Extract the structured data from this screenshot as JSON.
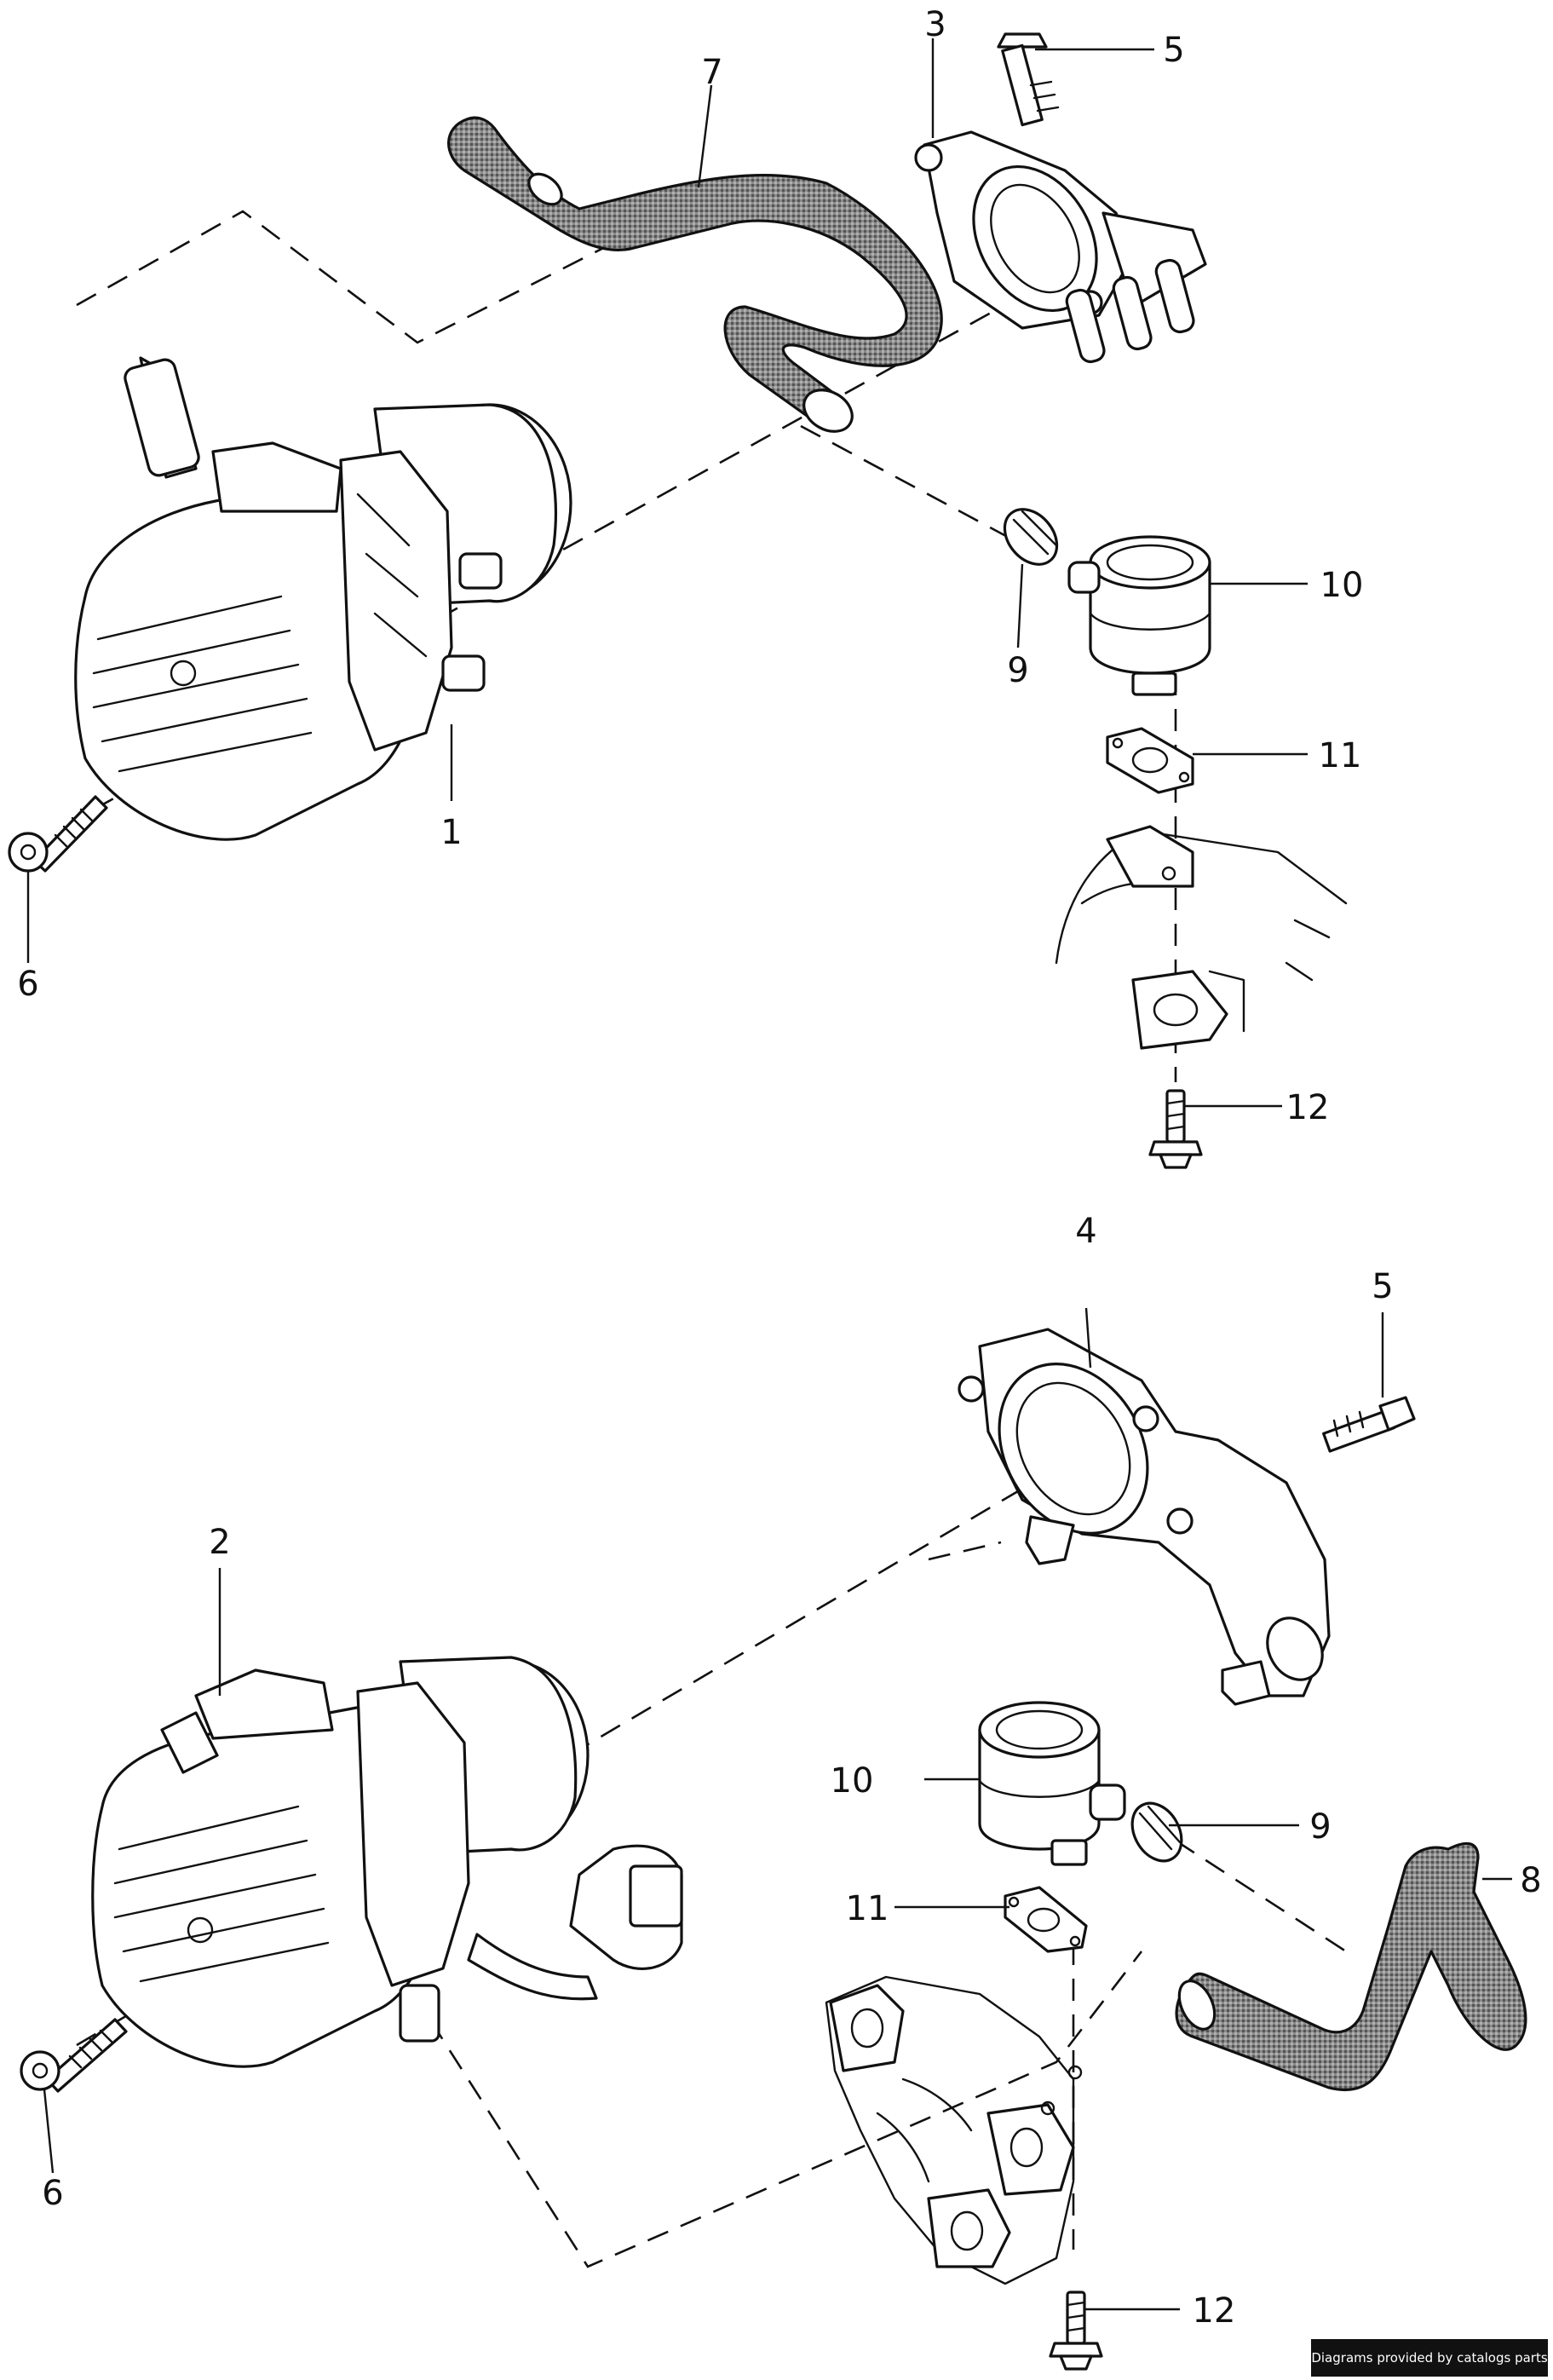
{
  "callouts": {
    "top_pump": "1",
    "bottom_pump": "2",
    "top_flange": "3",
    "bottom_flange": "4",
    "top_bolt": "5",
    "bottom_bolt": "5",
    "top_screw": "6",
    "bottom_screw": "6",
    "top_hose": "7",
    "bottom_hose": "8",
    "top_clamp": "9",
    "bottom_clamp": "9",
    "top_valve": "10",
    "bottom_valve": "10",
    "top_gasket": "11",
    "bottom_gasket": "11",
    "top_stud": "12",
    "bottom_stud": "12"
  },
  "footer": {
    "credit": "Diagrams provided by catalogs parts"
  },
  "colors": {
    "line": "#111111",
    "background": "#ffffff",
    "hose_shading": "#7a7a7a"
  }
}
